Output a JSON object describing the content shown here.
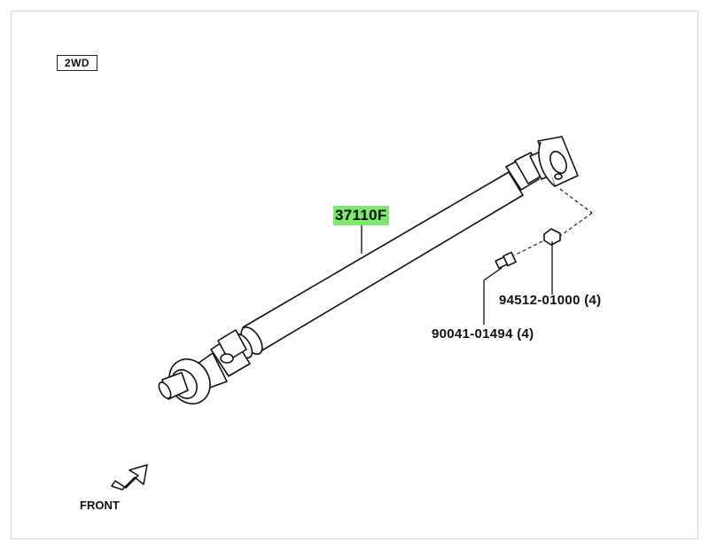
{
  "badge": {
    "label": "2WD"
  },
  "parts": {
    "main": {
      "number": "37110F"
    },
    "nut": {
      "number": "94512-01000",
      "qty": "(4)"
    },
    "bolt": {
      "number": "90041-01494",
      "qty": "(4)"
    }
  },
  "direction": {
    "label": "FRONT"
  },
  "colors": {
    "highlight": "#7ee76f",
    "line": "#111111"
  }
}
